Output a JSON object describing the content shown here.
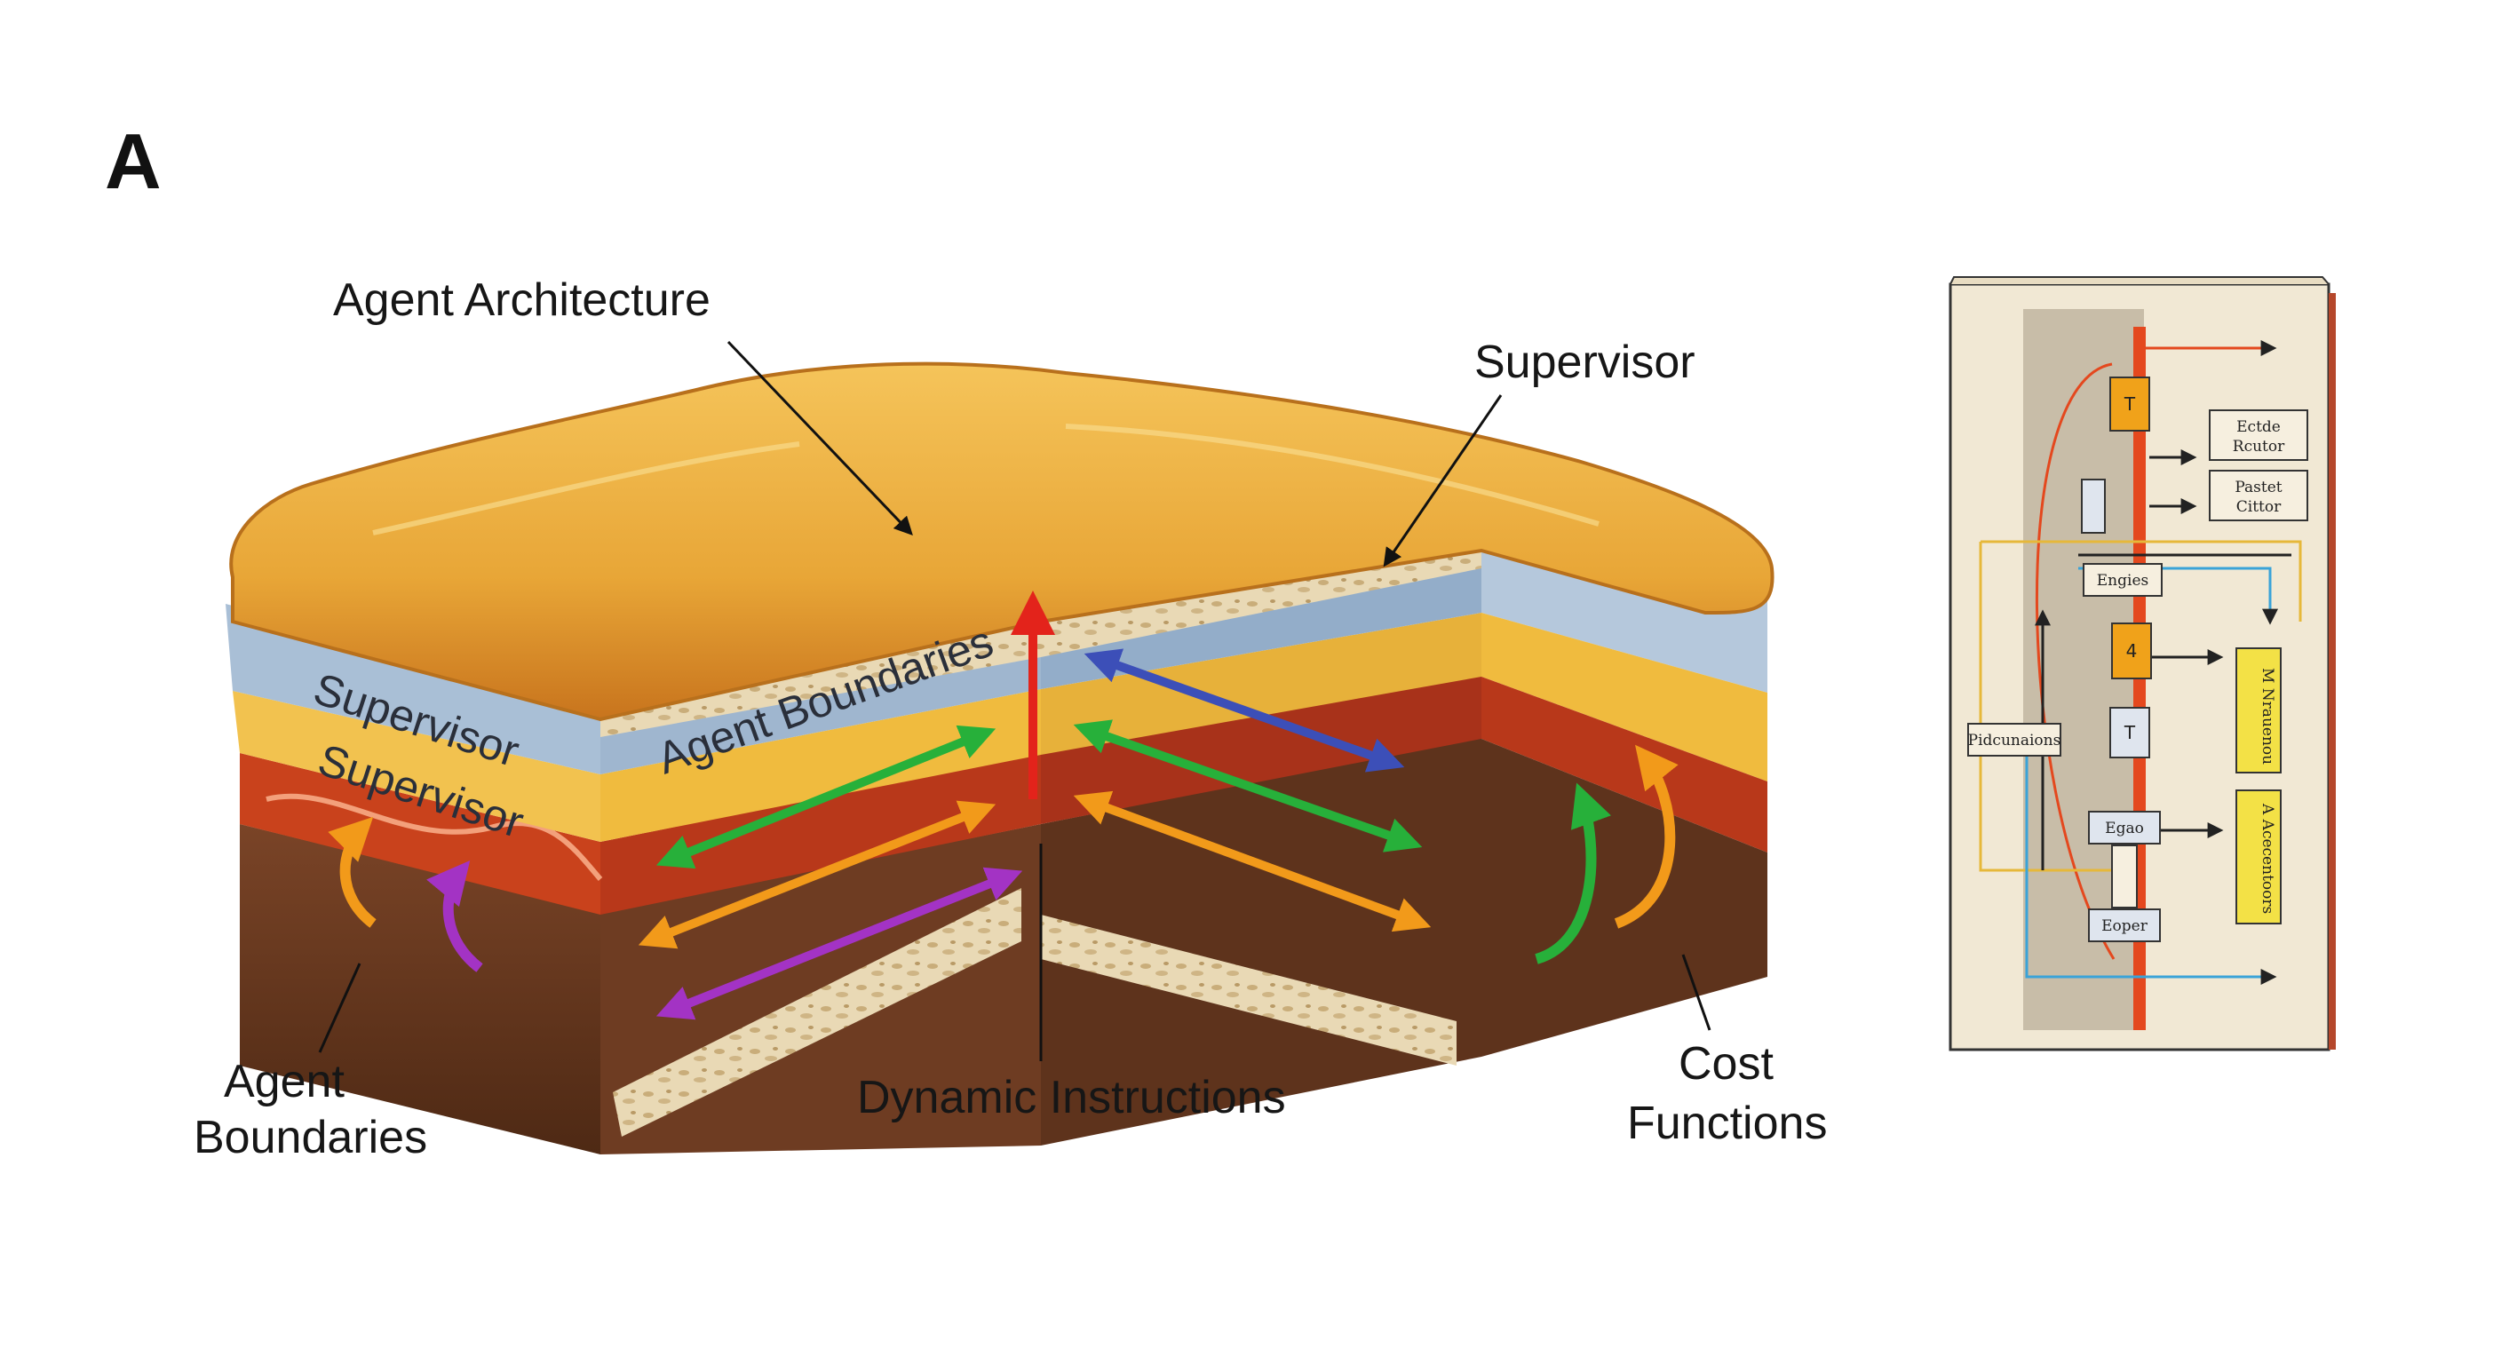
{
  "panel_letter": "A",
  "callouts": {
    "agent_architecture": "Agent Architecture",
    "supervisor_top": "Supervisor",
    "agent_boundaries_line1": "Agent",
    "agent_boundaries_line2": "Boundaries",
    "dynamic_instructions": "Dynamic Instructions",
    "cost_functions_line1": "Cost",
    "cost_functions_line2": "Functions"
  },
  "layer_labels": {
    "supervisor_blue": "Supervisor",
    "supervisor_yellow": "Supervisor",
    "agent_boundaries_front": "Agent Boundaries"
  },
  "book_diagram": {
    "box_t1": "T",
    "box_4": "4",
    "box_t2": "T",
    "note_right_1a": "Ectde",
    "note_right_1b": "Rcutor",
    "note_right_2a": "Pastet",
    "note_right_2b": "Cittor",
    "box_engies": "Engies",
    "box_pidcunaions": "Pidcunaions",
    "box_egao": "Egao",
    "box_eoper": "Eoper",
    "yellow_box_1": "M Nrauenou",
    "yellow_box_2": "A Acecentoors"
  },
  "colors": {
    "crust": "#e8a637",
    "blue_layer": "#a9bfd6",
    "yellow_layer": "#f2c24f",
    "red_layer": "#c9421c",
    "brown_layer": "#6b3b22",
    "arrow_green": "#27b03a",
    "arrow_orange": "#f29a1a",
    "arrow_purple": "#a333c4",
    "arrow_blue": "#3c4fb8",
    "arrow_red": "#e3231b"
  }
}
